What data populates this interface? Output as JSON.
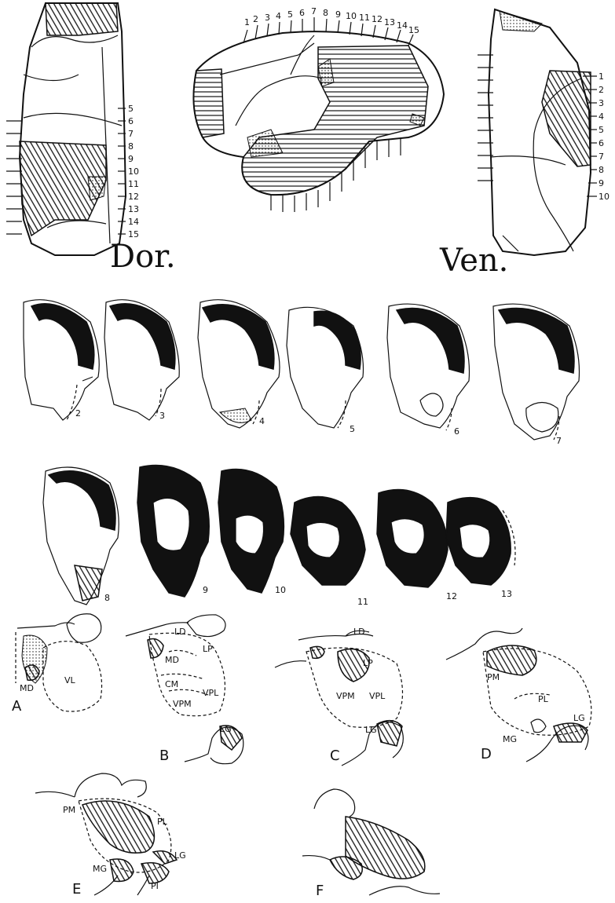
{
  "brain_views": {
    "dorsal_label": "Dor.",
    "ventral_label": "Ven.",
    "dorsal_numbers": [
      "5",
      "6",
      "7",
      "8",
      "9",
      "10",
      "11",
      "12",
      "13",
      "14",
      "15"
    ],
    "lateral_numbers": [
      "1",
      "2",
      "3",
      "4",
      "5",
      "6",
      "7",
      "8",
      "9",
      "10",
      "11",
      "12",
      "13",
      "14",
      "15"
    ],
    "ventral_numbers": [
      "1",
      "2",
      "3",
      "4",
      "5",
      "6",
      "7",
      "8",
      "9",
      "10"
    ]
  },
  "sections": {
    "row1_numbers": [
      "2",
      "3",
      "4",
      "5",
      "6",
      "7"
    ],
    "row2_numbers": [
      "8",
      "9",
      "10",
      "11",
      "12",
      "13"
    ]
  },
  "thalamus": {
    "panels": [
      "A",
      "B",
      "C",
      "D",
      "E",
      "F"
    ],
    "A": {
      "labels": [
        "MD",
        "VL"
      ]
    },
    "B": {
      "labels": [
        "LD",
        "MD",
        "LP",
        "CM",
        "VPM",
        "VPL",
        "LG"
      ]
    },
    "C": {
      "labels": [
        "LD",
        "LP",
        "VPM",
        "VPL",
        "LG"
      ]
    },
    "D": {
      "labels": [
        "PM",
        "PL",
        "MG",
        "LG"
      ]
    },
    "E": {
      "labels": [
        "PM",
        "PL",
        "MG",
        "LG",
        "PI"
      ]
    }
  }
}
